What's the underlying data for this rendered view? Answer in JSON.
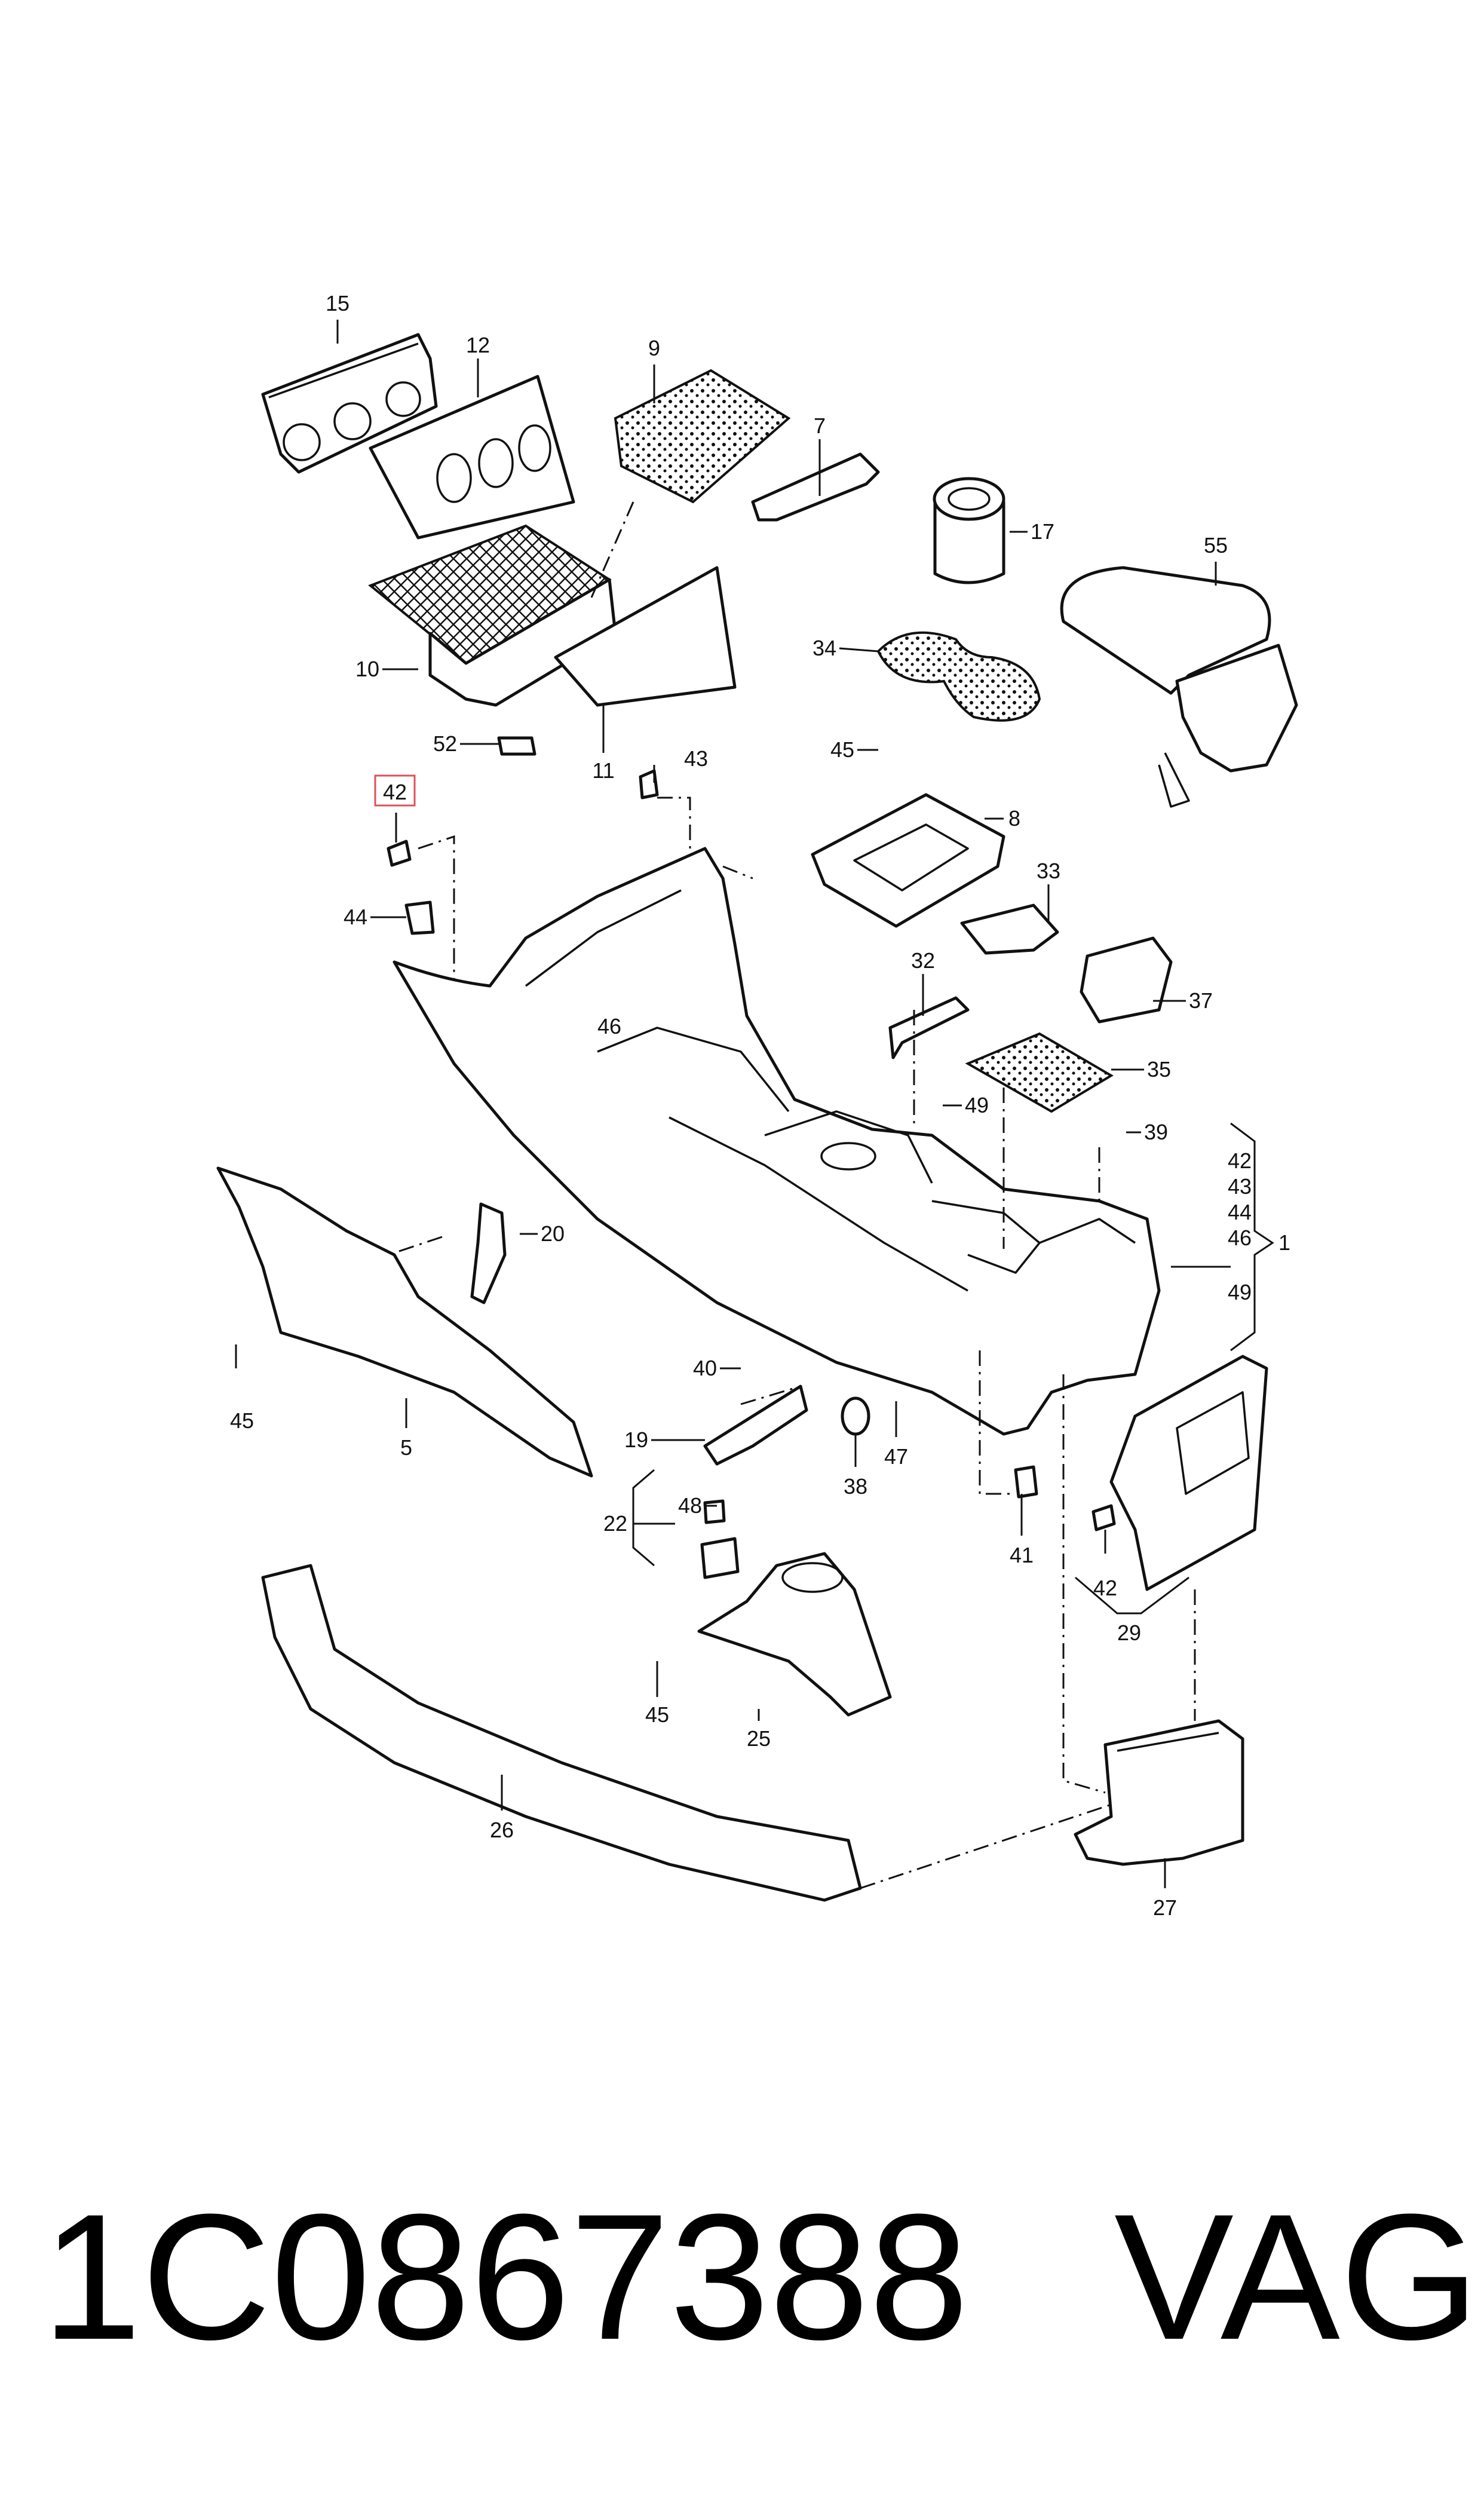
{
  "callouts": [
    "15",
    "12",
    "9",
    "7",
    "17",
    "55",
    "34",
    "10",
    "52",
    "11",
    "42",
    "44",
    "43",
    "45",
    "8",
    "33",
    "46",
    "32",
    "37",
    "35",
    "49",
    "39",
    "20",
    "45",
    "5",
    "40",
    "19",
    "38",
    "47",
    "41",
    "48",
    "22",
    "25",
    "45",
    "26",
    "27",
    "29",
    "42",
    "1"
  ],
  "group_1_items": [
    "42",
    "43",
    "44",
    "46",
    "49"
  ],
  "footer": {
    "part_number": "1C0867388",
    "brand": "VAG"
  },
  "colors": {
    "line": "#111111",
    "highlight_box": "#e0505a",
    "background": "#ffffff"
  }
}
